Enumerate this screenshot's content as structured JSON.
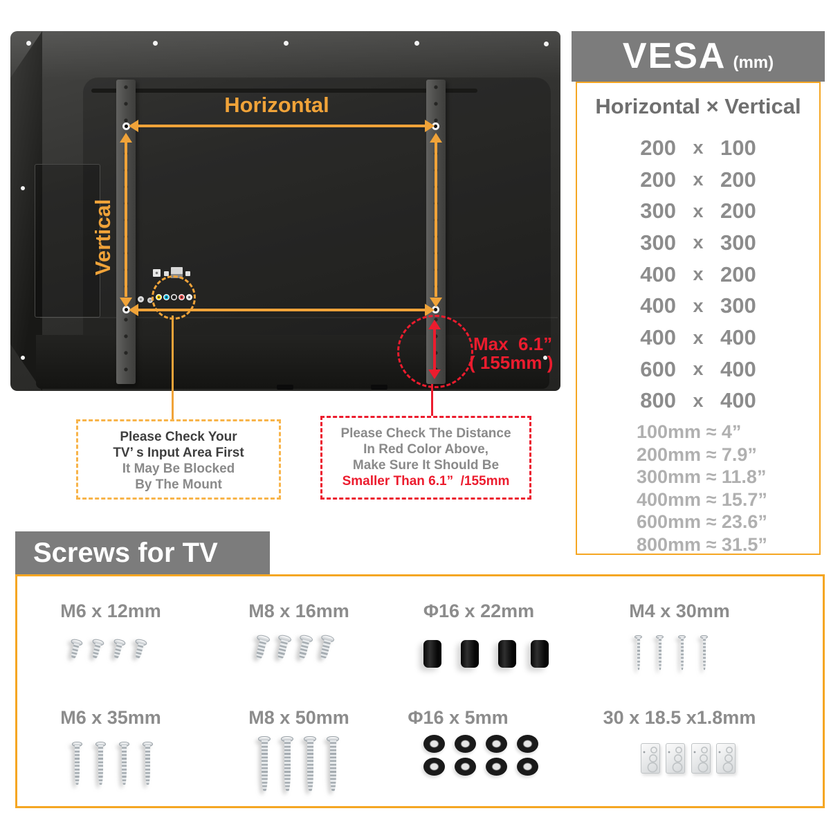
{
  "colors": {
    "accent_orange": "#F0A339",
    "box_border_orange": "#F5A623",
    "alert_red": "#EC1C2E",
    "header_gray": "#7C7C7C",
    "text_dark": "#3F3F3F",
    "text_gray": "#8A8A8A",
    "text_light_gray": "#B0B0B0"
  },
  "tv_diagram": {
    "horizontal_label": "Horizontal",
    "vertical_label": "Vertical",
    "max_distance": {
      "line1": "Max  6.1”",
      "line2": "( 155mm )"
    },
    "input_note": {
      "line1": "Please Check Your",
      "line2": "TV’ s Input Area First",
      "line3": "It May Be Blocked",
      "line4": "By The Mount"
    },
    "distance_note": {
      "line1": "Please Check The Distance",
      "line2": "In Red Color Above,",
      "line3": "Make Sure It Should Be",
      "line4": "Smaller Than 6.1”  /155mm"
    }
  },
  "vesa_panel": {
    "title": "VESA",
    "unit": "(mm)",
    "subtitle": "Horizontal × Vertical",
    "separator": "x",
    "sizes": [
      {
        "h": "200",
        "v": "100"
      },
      {
        "h": "200",
        "v": "200"
      },
      {
        "h": "300",
        "v": "200"
      },
      {
        "h": "300",
        "v": "300"
      },
      {
        "h": "400",
        "v": "200"
      },
      {
        "h": "400",
        "v": "300"
      },
      {
        "h": "400",
        "v": "400"
      },
      {
        "h": "600",
        "v": "400"
      },
      {
        "h": "800",
        "v": "400"
      }
    ],
    "conversions": [
      "100mm ≈ 4”",
      "200mm ≈ 7.9”",
      "300mm ≈ 11.8”",
      "400mm ≈ 15.7”",
      "600mm ≈ 23.6”",
      "800mm ≈ 31.5”"
    ]
  },
  "screws_panel": {
    "title": "Screws for TV",
    "items": [
      {
        "label": "M6 x 12mm",
        "count": 4
      },
      {
        "label": "M8 x 16mm",
        "count": 4
      },
      {
        "label": "Φ16 x 22mm",
        "count": 4
      },
      {
        "label": "M4 x 30mm",
        "count": 4
      },
      {
        "label": "M6 x 35mm",
        "count": 4
      },
      {
        "label": "M8 x 50mm",
        "count": 4
      },
      {
        "label": "Φ16 x 5mm",
        "count": 8
      },
      {
        "label": "30 x 18.5 x1.8mm",
        "count": 4
      }
    ]
  }
}
